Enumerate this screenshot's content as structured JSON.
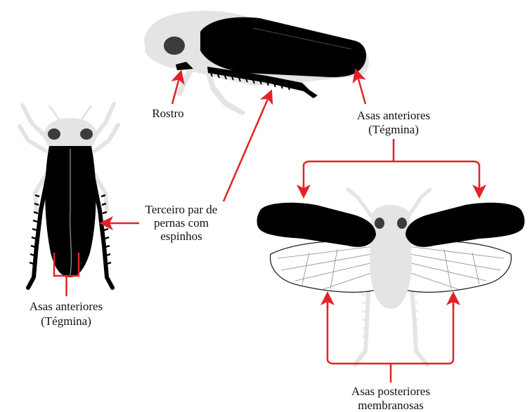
{
  "colors": {
    "body": "#e4e4e4",
    "wing": "#000000",
    "arrow": "#e32227",
    "outline": "#222222",
    "vein": "#888888"
  },
  "labels": {
    "rostro": "Rostro",
    "asas_anteriores_top_1": "Asas anteriores",
    "asas_anteriores_top_2": "(Tégmina)",
    "terceiro_1": "Terceiro par de",
    "terceiro_2": "pernas com",
    "terceiro_3": "espinhos",
    "asas_anteriores_left_1": "Asas anteriores",
    "asas_anteriores_left_2": "(Tégmina)",
    "asas_posteriores_1": "Asas posteriores",
    "asas_posteriores_2": "membranosas"
  }
}
